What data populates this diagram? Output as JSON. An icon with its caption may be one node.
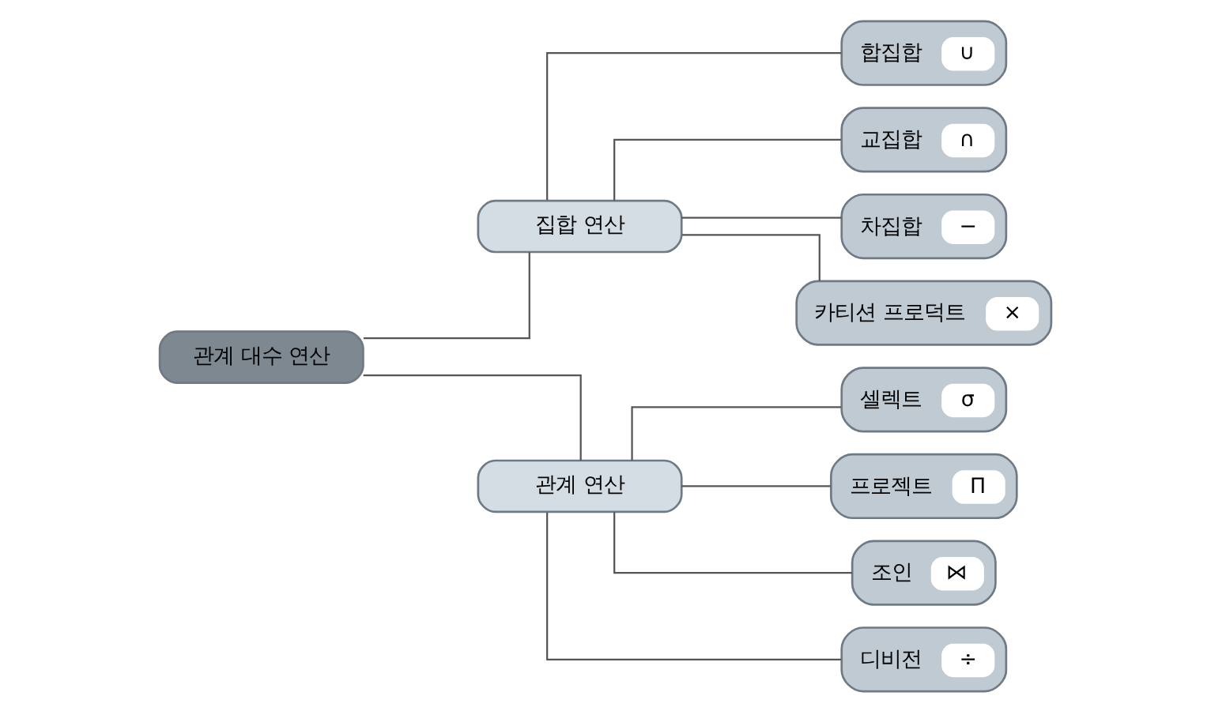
{
  "diagram": {
    "nodes": [
      {
        "text": [
          "관계 대수 연산"
        ]
      },
      {
        "text": [
          "집합 연산"
        ]
      },
      {
        "text": [
          "합집합",
          "∪"
        ]
      },
      {
        "text": [
          "교집합",
          "∩"
        ]
      },
      {
        "text": [
          "차집합",
          "−"
        ]
      },
      {
        "text": [
          "카티션 프로덕트",
          "×"
        ]
      },
      {
        "text": [
          "관계 연산"
        ]
      },
      {
        "text": [
          "셀렉트",
          "σ"
        ]
      },
      {
        "text": [
          "프로젝트",
          "Π"
        ]
      },
      {
        "text": [
          "조인",
          "⋈"
        ]
      },
      {
        "text": [
          "디비전",
          "÷"
        ]
      }
    ],
    "edges": [
      {
        "from": 0,
        "to": 1,
        "arrow": "none"
      },
      {
        "from": 0,
        "to": 6,
        "arrow": "none"
      },
      {
        "from": 1,
        "to": 2,
        "arrow": "none"
      },
      {
        "from": 1,
        "to": 3,
        "arrow": "none"
      },
      {
        "from": 1,
        "to": 4,
        "arrow": "none"
      },
      {
        "from": 1,
        "to": 5,
        "arrow": "none"
      },
      {
        "from": 6,
        "to": 7,
        "arrow": "none"
      },
      {
        "from": 6,
        "to": 8,
        "arrow": "none"
      },
      {
        "from": 6,
        "to": 9,
        "arrow": "none"
      },
      {
        "from": 6,
        "to": 10,
        "arrow": "none"
      }
    ]
  }
}
